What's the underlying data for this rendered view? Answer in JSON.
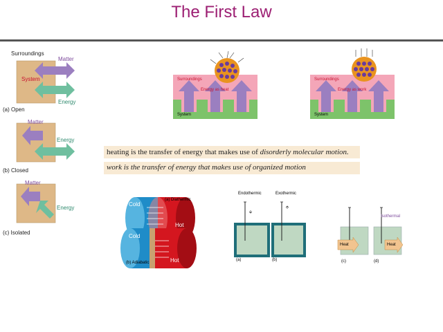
{
  "title": "The First Law",
  "panels_left": {
    "surroundings": "Surroundings",
    "system": "System",
    "matter": "Matter",
    "energy": "Energy",
    "open": "(a) Open",
    "closed": "(b) Closed",
    "isolated": "(c) Isolated"
  },
  "top_diagrams": {
    "surroundings": "Surroundings",
    "system": "System",
    "energy_as_heat": "Energy as heat",
    "energy_as_work": "Energy as work"
  },
  "statements": {
    "heating_a": "heating is the transfer of energy that makes use of",
    "heating_b": "disorderly",
    "heating_c": "molecular motion.",
    "work_a": "work is the transfer of energy that makes use of",
    "work_b": "organized motion"
  },
  "cylinders": {
    "diathermic": "(a) Diathermic",
    "adiabatic": "(b) Adiabatic",
    "cold": "Cold",
    "hot": "Hot"
  },
  "boxes": {
    "endothermic": "Endothermic",
    "exothermic": "Exothermic",
    "a": "(a)",
    "b": "(b)",
    "c": "(c)",
    "d": "(d)",
    "isothermal": "Isothermal",
    "heat": "Heat"
  },
  "colors": {
    "title": "#9c1f73",
    "system_tan": "#deb887",
    "matter_purple": "#9b7fc0",
    "energy_green": "#6fbf9f",
    "surroundings_pink": "#f4a6b8",
    "system_green": "#7dc36a",
    "highlight": "#f8ead4"
  }
}
